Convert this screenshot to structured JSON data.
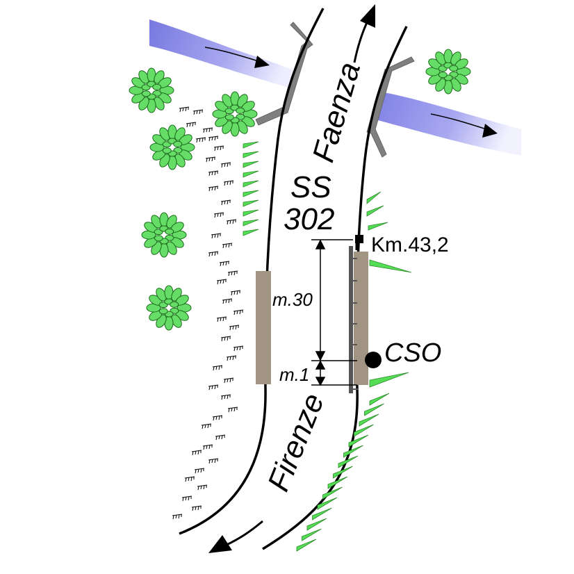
{
  "road": {
    "name_line1": "SS",
    "name_line2": "302",
    "direction_north": "Faenza",
    "direction_south": "Firenze"
  },
  "markers": {
    "km_label": "Km.43,2",
    "cso_label": "CSO"
  },
  "dimensions": {
    "segment_length_label": "m.30",
    "gap_label": "m.1"
  },
  "colors": {
    "road_edge": "#000000",
    "river": "#8a8ae8",
    "bridge": "#7f7f7f",
    "tree": "#66dd66",
    "grass": "#55dd55",
    "barrier": "#a29482",
    "rail": "#555555"
  }
}
